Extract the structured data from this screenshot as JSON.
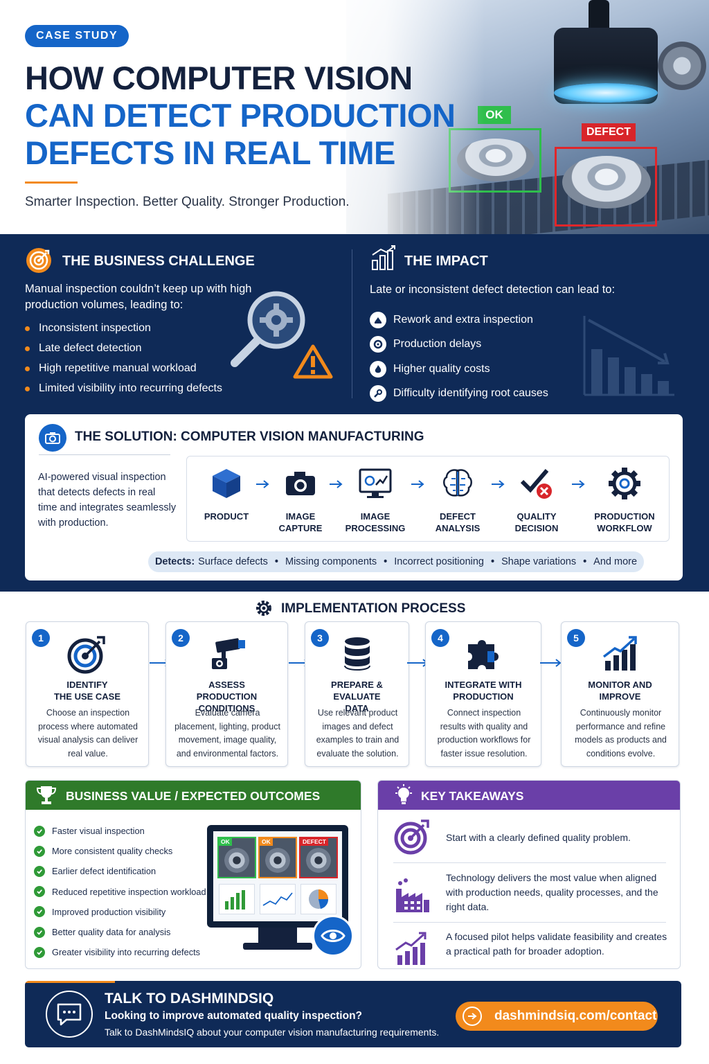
{
  "hero": {
    "badge": "CASE STUDY",
    "title_line1": "HOW COMPUTER VISION",
    "title_line2": "CAN DETECT PRODUCTION",
    "title_line3": "DEFECTS IN REAL TIME",
    "tagline": "Smarter Inspection. Better Quality. Stronger Production.",
    "ok_label": "OK",
    "defect_label": "DEFECT"
  },
  "challenge": {
    "title": "THE BUSINESS CHALLENGE",
    "intro": "Manual inspection couldn’t keep up with high production volumes, leading to:",
    "items": [
      "Inconsistent inspection",
      "Late defect detection",
      "High repetitive manual workload",
      "Limited visibility into recurring defects"
    ]
  },
  "impact": {
    "title": "THE IMPACT",
    "intro": "Late or inconsistent defect detection can lead to:",
    "items": [
      "Rework and extra inspection",
      "Production delays",
      "Higher quality costs",
      "Difficulty identifying root causes"
    ]
  },
  "solution": {
    "title": "THE SOLUTION: COMPUTER VISION MANUFACTURING",
    "description": "AI-powered visual inspection that detects defects in real time and integrates seamlessly with production.",
    "steps": [
      {
        "line1": "PRODUCT",
        "line2": ""
      },
      {
        "line1": "IMAGE",
        "line2": "CAPTURE"
      },
      {
        "line1": "IMAGE",
        "line2": "PROCESSING"
      },
      {
        "line1": "DEFECT",
        "line2": "ANALYSIS"
      },
      {
        "line1": "QUALITY",
        "line2": "DECISION"
      },
      {
        "line1": "PRODUCTION",
        "line2": "WORKFLOW"
      }
    ],
    "detects_label": "Detects:",
    "detects": [
      "Surface defects",
      "Missing components",
      "Incorrect positioning",
      "Shape variations",
      "And more"
    ],
    "separator": "•"
  },
  "implementation": {
    "title": "IMPLEMENTATION PROCESS",
    "steps": [
      {
        "num": "1",
        "line1": "IDENTIFY",
        "line2": "THE USE CASE",
        "desc": "Choose an inspection process where automated visual analysis can deliver real value."
      },
      {
        "num": "2",
        "line1": "ASSESS",
        "line2": "PRODUCTION CONDITIONS",
        "desc": "Evaluate camera placement, lighting, product movement, image quality, and environmental factors."
      },
      {
        "num": "3",
        "line1": "PREPARE & EVALUATE",
        "line2": "DATA",
        "desc": "Use relevant product images and defect examples to train and evaluate the solution."
      },
      {
        "num": "4",
        "line1": "INTEGRATE WITH",
        "line2": "PRODUCTION",
        "desc": "Connect inspection results with quality and production workflows for faster issue resolution."
      },
      {
        "num": "5",
        "line1": "MONITOR AND",
        "line2": "IMPROVE",
        "desc": "Continuously monitor performance and refine models as products and conditions evolve."
      }
    ]
  },
  "value": {
    "title": "BUSINESS VALUE / EXPECTED OUTCOMES",
    "items": [
      "Faster visual inspection",
      "More consistent quality checks",
      "Earlier defect identification",
      "Reduced repetitive inspection workload",
      "Improved production visibility",
      "Better quality data for analysis",
      "Greater visibility into recurring defects"
    ],
    "screen_labels": [
      "OK",
      "OK",
      "DEFECT"
    ]
  },
  "takeaways": {
    "title": "KEY TAKEAWAYS",
    "items": [
      "Start with a clearly defined quality problem.",
      "Technology delivers the most value when aligned with production needs, quality processes, and the right data.",
      "A focused pilot helps validate feasibility and creates a practical path for broader adoption."
    ]
  },
  "cta": {
    "title": "TALK TO DASHMINDSIQ",
    "question": "Looking to improve automated quality inspection?",
    "subtitle": "Talk to DashMindsIQ about your computer vision manufacturing requirements.",
    "button": "dashmindsiq.com/contact"
  },
  "colors": {
    "navy": "#0f2a57",
    "blue": "#1565c8",
    "orange": "#f28a1c",
    "green": "#2f7a2a",
    "purple": "#6a3fa8",
    "ok_green": "#2fbe4c",
    "defect_red": "#d8252a"
  }
}
